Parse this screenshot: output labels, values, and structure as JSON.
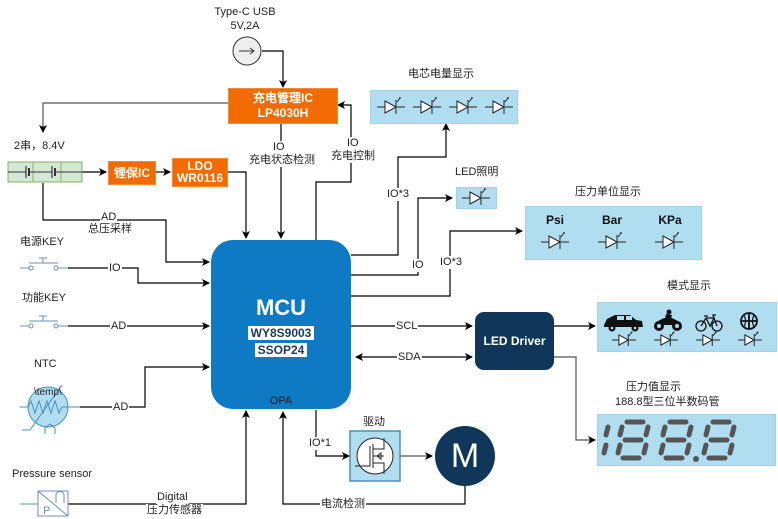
{
  "power": {
    "usb_title": "Type-C USB",
    "usb_spec": "5V,2A",
    "usb_icon": "arrow-right-circle-icon",
    "charger_ic_name": "充电管理IC",
    "charger_ic_part": "LP4030H",
    "battery_label": "2串，8.4V",
    "liion_protect": "锂保IC",
    "ldo_name": "LDO",
    "ldo_part": "WR0116"
  },
  "signals": {
    "charge_detect_io": "IO",
    "charge_detect_text": "充电状态检测",
    "charge_ctrl_io": "IO",
    "charge_ctrl_text": "充电控制",
    "battery_ad": "AD",
    "battery_ad_text": "总压采样",
    "power_key_signal": "IO",
    "func_key_signal": "AD",
    "ntc_signal": "AD",
    "pressure_digital": "Digital",
    "pressure_digital_text": "压力传感器",
    "battery_leds_io": "IO*3",
    "lighting_io": "IO",
    "unit_io": "IO*3",
    "scl": "SCL",
    "sda": "SDA",
    "motor_io": "IO*1",
    "current_detect": "电流检测"
  },
  "inputs": {
    "power_key": "电源KEY",
    "func_key": "功能KEY",
    "ntc": "NTC",
    "ntc_symbol_text": "\\temp\\",
    "pressure_sensor": "Pressure sensor"
  },
  "mcu": {
    "title": "MCU",
    "part": "WY8S9003",
    "package": "SSOP24",
    "opa": "OPA"
  },
  "outputs": {
    "battery_display_title": "电芯电量显示",
    "battery_led_count": 4,
    "lighting_title": "LED照明",
    "unit_display_title": "压力单位显示",
    "units": [
      "Psi",
      "Bar",
      "KPa"
    ],
    "led_driver": "LED Driver",
    "mode_display_title": "模式显示",
    "mode_icons": [
      "car-icon",
      "motorcycle-icon",
      "bicycle-icon",
      "ball-icon"
    ],
    "pressure_display_title": "压力值显示",
    "pressure_display_subtitle": "188.8型三位半数码管",
    "pressure_display_digits": "188.8",
    "driver_title": "驱动",
    "motor_label": "M"
  },
  "colors": {
    "orange": "#f26b00",
    "mcu_blue": "#0e7ac4",
    "panel_blue": "#b1ddf0",
    "navy": "#10375a"
  }
}
